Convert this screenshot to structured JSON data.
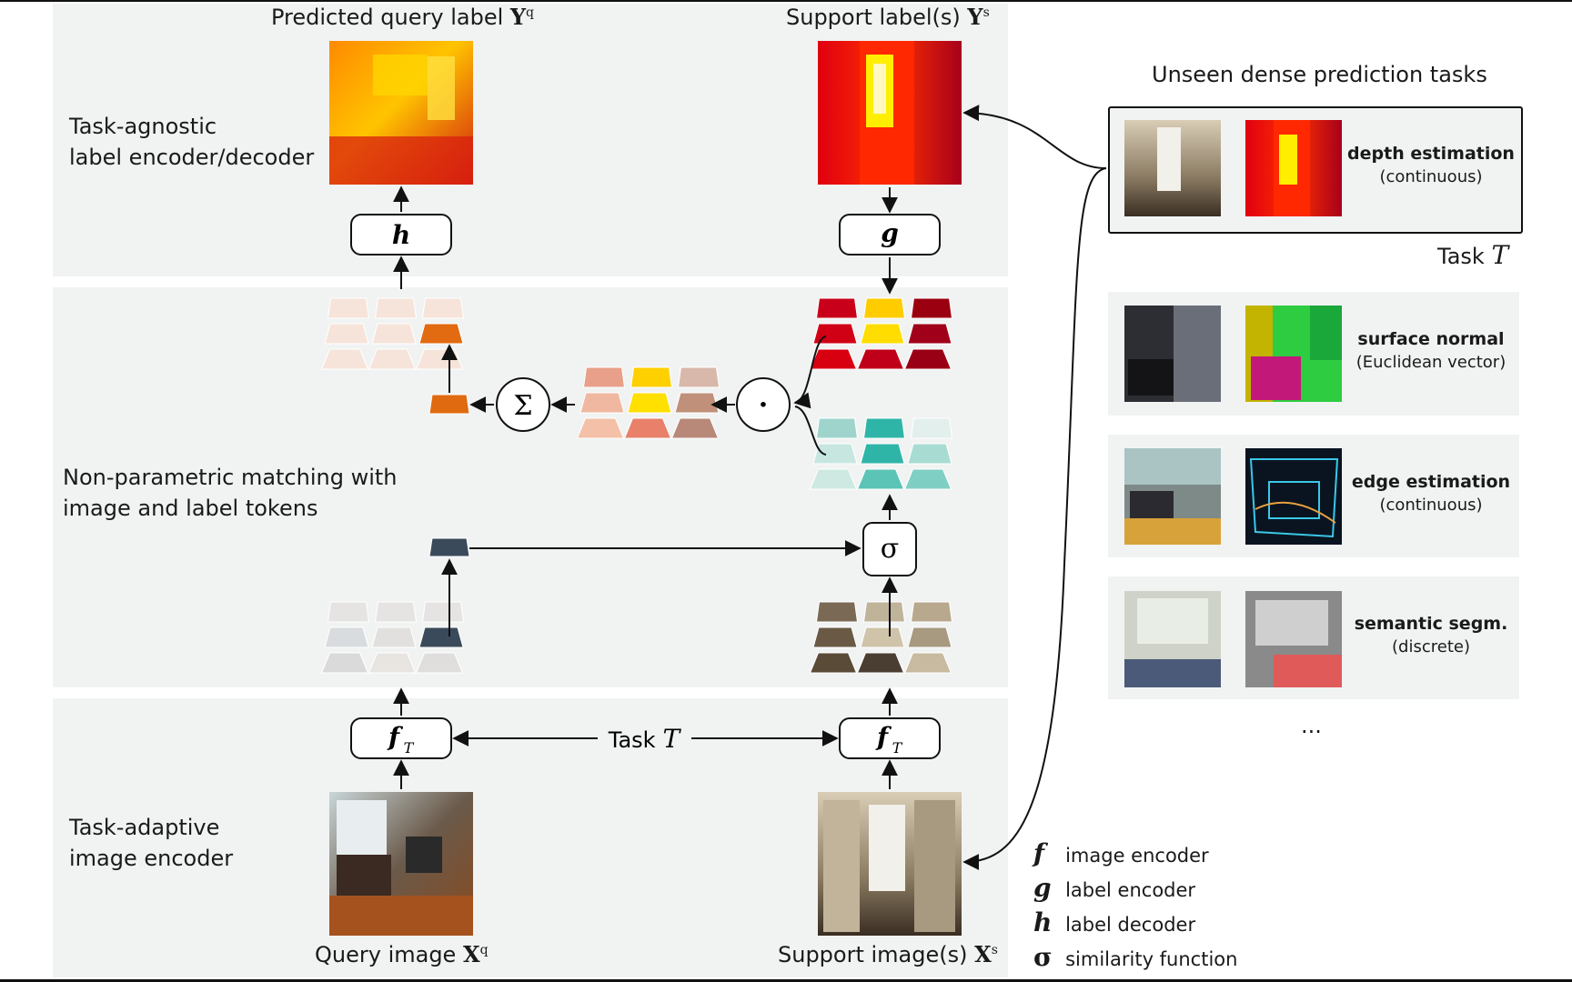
{
  "sections": {
    "top": [
      "Task-agnostic",
      "label encoder/decoder"
    ],
    "middle": [
      "Non-parametric matching with",
      "image and label tokens"
    ],
    "bottom": [
      "Task-adaptive",
      "image encoder"
    ]
  },
  "captions": {
    "predicted_query_label": "Predicted query label",
    "predicted_query_symbol": "Yq",
    "support_labels": "Support label(s)",
    "support_labels_symbol": "Ys",
    "query_image": "Query image",
    "query_image_symbol": "Xq",
    "support_images": "Support image(s)",
    "support_images_symbol": "Xs"
  },
  "operators": {
    "h": "h",
    "g": "g",
    "f_left": "f",
    "f_right": "f",
    "f_subscript": "T",
    "sum": "Σ",
    "dot": "·",
    "sigma": "σ"
  },
  "task_arrow_label": "Task",
  "task_symbol": "T",
  "unseen_panel": {
    "title": "Unseen dense prediction tasks",
    "task_caption": "Task",
    "tasks": [
      {
        "name": "depth estimation",
        "sub": "(continuous)"
      },
      {
        "name": "surface normal",
        "sub": "(Euclidean vector)"
      },
      {
        "name": "edge estimation",
        "sub": "(continuous)"
      },
      {
        "name": "semantic segm.",
        "sub": "(discrete)"
      }
    ],
    "ellipsis": "..."
  },
  "legend": [
    {
      "symbol": "f",
      "label": "image encoder"
    },
    {
      "symbol": "g",
      "label": "label encoder"
    },
    {
      "symbol": "h",
      "label": "label decoder"
    },
    {
      "symbol": "σ",
      "label": "similarity function"
    }
  ],
  "colors": {
    "band": "#f1f3f3",
    "depth_hot": "#ffe600",
    "depth_mid": "#ff7a00",
    "depth_cold": "#c40010",
    "teal": "#2fb5a8",
    "normal_green": "#2ecc40",
    "normal_magenta": "#c2187a"
  }
}
